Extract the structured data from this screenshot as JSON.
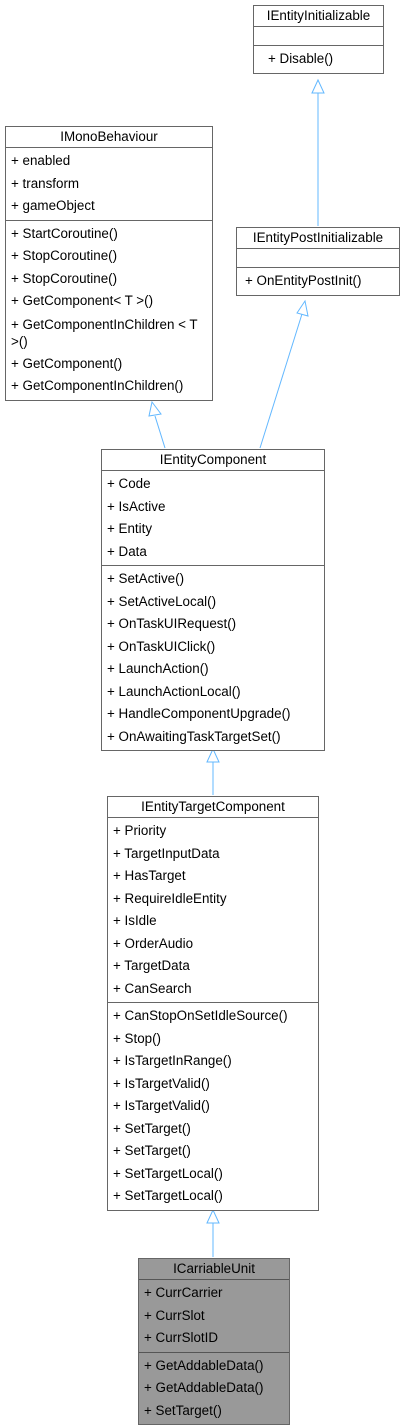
{
  "classes": {
    "initializable": {
      "name": "IEntityInitializable",
      "attributes": [],
      "operations": [
        "+ Disable()"
      ]
    },
    "postinit": {
      "name": "IEntityPostInitializable",
      "attributes": [],
      "operations": [
        "+ OnEntityPostInit()"
      ]
    },
    "mono": {
      "name": "IMonoBehaviour",
      "attributes": [
        "+ enabled",
        "+ transform",
        "+ gameObject"
      ],
      "operations": [
        "+ StartCoroutine()",
        "+ StopCoroutine()",
        "+ StopCoroutine()",
        "+ GetComponent< T >()",
        "+ GetComponentInChildren < T >()",
        "+ GetComponent()",
        "+ GetComponentInChildren()"
      ]
    },
    "component": {
      "name": "IEntityComponent",
      "attributes": [
        "+ Code",
        "+ IsActive",
        "+ Entity",
        "+ Data"
      ],
      "operations": [
        "+ SetActive()",
        "+ SetActiveLocal()",
        "+ OnTaskUIRequest()",
        "+ OnTaskUIClick()",
        "+ LaunchAction()",
        "+ LaunchActionLocal()",
        "+ HandleComponentUpgrade()",
        "+ OnAwaitingTaskTargetSet()"
      ]
    },
    "target": {
      "name": "IEntityTargetComponent",
      "attributes": [
        "+ Priority",
        "+ TargetInputData",
        "+ HasTarget",
        "+ RequireIdleEntity",
        "+ IsIdle",
        "+ OrderAudio",
        "+ TargetData",
        "+ CanSearch"
      ],
      "operations": [
        "+ CanStopOnSetIdleSource()",
        "+ Stop()",
        "+ IsTargetInRange()",
        "+ IsTargetValid()",
        "+ IsTargetValid()",
        "+ SetTarget()",
        "+ SetTarget()",
        "+ SetTargetLocal()",
        "+ SetTargetLocal()"
      ]
    },
    "carriable": {
      "name": "ICarriableUnit",
      "attributes": [
        "+ CurrCarrier",
        "+ CurrSlot",
        "+ CurrSlotID"
      ],
      "operations": [
        "+ GetAddableData()",
        "+ GetAddableData()",
        "+ SetTarget()"
      ]
    }
  },
  "colors": {
    "edge": "#63b8ff",
    "border": "#666666",
    "highlight_fill": "#999999"
  }
}
